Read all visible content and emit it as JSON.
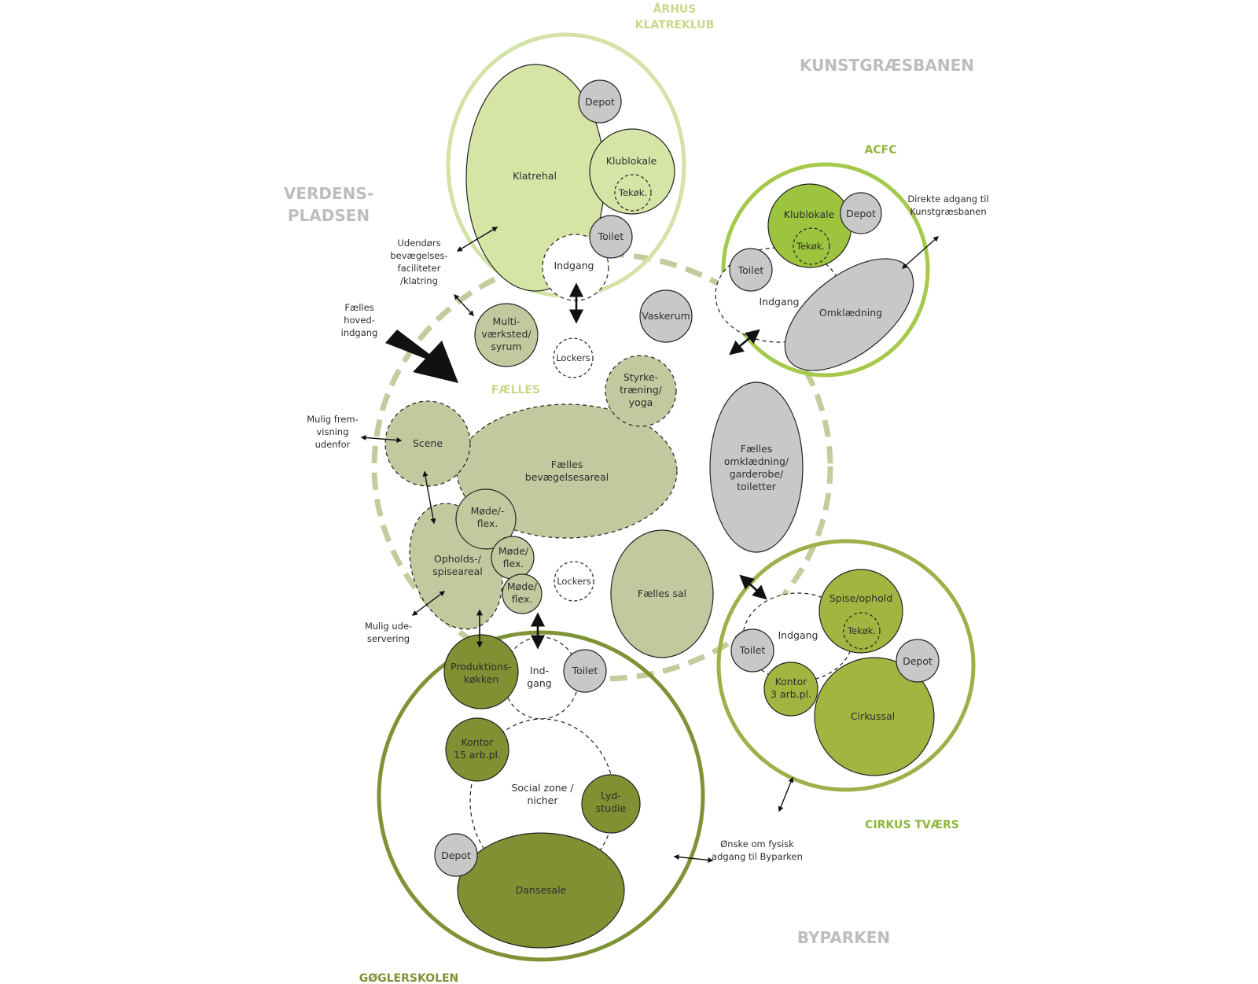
{
  "colors": {
    "klatre_light": "#d6e4a6",
    "klatre_outline": "#cfe0a0",
    "acfc_green": "#9cc43e",
    "acfc_outline": "#a5c94a",
    "cirkus_green": "#a3b440",
    "cirkus_outline": "#9eb04a",
    "gogler_dark": "#7f9133",
    "gogler_outline": "#7e9335",
    "faelles_sage": "#c3c99e",
    "grey_room": "#c8c8c8",
    "label_group_klatre": "#c8d88a",
    "label_group_green": "#8fb63a",
    "label_group_olive": "#7e9335",
    "context_grey": "#bdbdbd"
  },
  "context_labels": {
    "kunstgraesbanen": "KUNSTGRÆSBANEN",
    "verdenspladsen_1": "VERDENS-",
    "verdenspladsen_2": "PLADSEN",
    "byparken": "BYPARKEN"
  },
  "group_labels": {
    "klatreklub_1": "ÅRHUS",
    "klatreklub_2": "KLATREKLUB",
    "acfc": "ACFC",
    "faelles": "FÆLLES",
    "cirkus": "CIRKUS TVÆRS",
    "gogler": "GØGLERSKOLEN"
  },
  "rooms": {
    "klatrehal": "Klatrehal",
    "klatre_depot": "Depot",
    "klatre_klublokale": "Klublokale",
    "klatre_tekok": "Tekøk.",
    "klatre_toilet": "Toilet",
    "klatre_indgang": "Indgang",
    "acfc_klublokale": "Klublokale",
    "acfc_depot": "Depot",
    "acfc_tekok": "Tekøk.",
    "acfc_toilet": "Toilet",
    "acfc_indgang": "Indgang",
    "acfc_omklaedning": "Omklædning",
    "multi": [
      "Multi-",
      "værksted/",
      "syrum"
    ],
    "vaskerum": "Vaskerum",
    "lockers_top": "Lockers",
    "styrke": [
      "Styrke-",
      "træning/",
      "yoga"
    ],
    "scene": "Scene",
    "faelles_bevaegelse": [
      "Fælles",
      "bevægelsesareal"
    ],
    "faelles_omklaedning": [
      "Fælles",
      "omklædning/",
      "garderobe/",
      "toiletter"
    ],
    "mode1": [
      "Møde/-",
      "flex."
    ],
    "mode2": [
      "Møde/",
      "flex."
    ],
    "mode3": [
      "Møde/",
      "flex."
    ],
    "opholds": [
      "Opholds-/",
      "spiseareal"
    ],
    "lockers_bottom": "Lockers",
    "faelles_sal": "Fælles sal",
    "produktion": [
      "Produktions-",
      "køkken"
    ],
    "gogler_indgang": [
      "Ind-",
      "gang"
    ],
    "gogler_toilet": "Toilet",
    "kontor15": [
      "Kontor",
      "15 arb.pl."
    ],
    "social": [
      "Social zone /",
      "nicher"
    ],
    "lydstudie": [
      "Lyd-",
      "studie"
    ],
    "gogler_depot": "Depot",
    "dansesale": "Dansesale",
    "cirkus_spise": "Spise/ophold",
    "cirkus_tekok": "Tekøk.",
    "cirkus_indgang": "Indgang",
    "cirkus_toilet": "Toilet",
    "cirkus_kontor": [
      "Kontor",
      "3 arb.pl."
    ],
    "cirkus_depot": "Depot",
    "cirkussal": "Cirkussal"
  },
  "annotations": {
    "udendors": [
      "Udendørs",
      "bevægelses-",
      "faciliteter",
      "/klatring"
    ],
    "hovedindgang": [
      "Fælles",
      "hoved-",
      "indgang"
    ],
    "fremvisning": [
      "Mulig frem-",
      "visning",
      "udenfor"
    ],
    "udeservering": [
      "Mulig ude-",
      "servering"
    ],
    "direkte": [
      "Direkte adgang til",
      "Kunstgræsbanen"
    ],
    "byparken_adgang": [
      "Ønske om fysisk",
      "adgang til Byparken"
    ]
  }
}
